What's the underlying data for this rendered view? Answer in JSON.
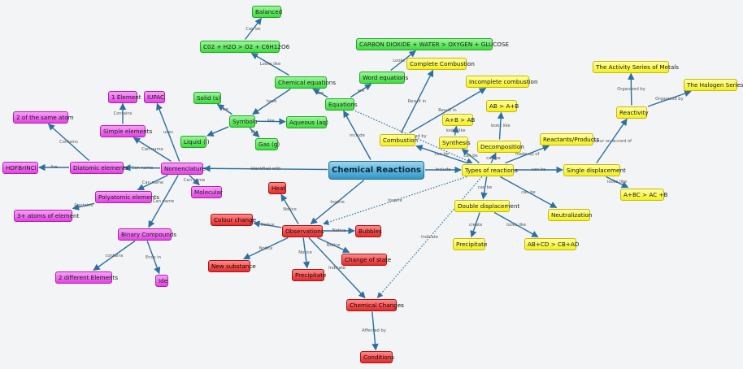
{
  "nodes": [
    {
      "id": "cr",
      "text": "Chemical Reactions",
      "color": "blue"
    },
    {
      "id": "balanced",
      "text": "Balanced",
      "color": "green"
    },
    {
      "id": "co2eq",
      "text": "C02 + H2O > O2 + C6H12O6",
      "color": "green"
    },
    {
      "id": "cheq",
      "text": "Chemical equations",
      "color": "green"
    },
    {
      "id": "carbon",
      "text": "CARBON DIOXIDE + WATER > OXYGEN + GLUCOSE",
      "color": "green"
    },
    {
      "id": "wordeq",
      "text": "Word equations",
      "color": "green"
    },
    {
      "id": "equations",
      "text": "Equations",
      "color": "green"
    },
    {
      "id": "solid",
      "text": "Solid (s)",
      "color": "green"
    },
    {
      "id": "symbols",
      "text": "Symbols",
      "color": "green"
    },
    {
      "id": "aqueous",
      "text": "Aqueous (aq)",
      "color": "green"
    },
    {
      "id": "liquid",
      "text": "Liquid (l)",
      "color": "green"
    },
    {
      "id": "gas",
      "text": "Gas (g)",
      "color": "green"
    },
    {
      "id": "complete",
      "text": "Complete Combustion",
      "color": "yellow"
    },
    {
      "id": "incomplete",
      "text": "Incomplete combustion",
      "color": "yellow"
    },
    {
      "id": "activity",
      "text": "The Activity Series of Metals",
      "color": "yellow"
    },
    {
      "id": "halogen",
      "text": "The Halogen Series",
      "color": "yellow"
    },
    {
      "id": "reactivity",
      "text": "Reactivity",
      "color": "yellow"
    },
    {
      "id": "abab",
      "text": "AB > A+B",
      "color": "yellow"
    },
    {
      "id": "apbab",
      "text": "A+B > AB",
      "color": "yellow"
    },
    {
      "id": "combustion",
      "text": "Combustion",
      "color": "yellow"
    },
    {
      "id": "synthesis",
      "text": "Synthesis",
      "color": "yellow"
    },
    {
      "id": "decomp",
      "text": "Decomposition",
      "color": "yellow"
    },
    {
      "id": "reactprod",
      "text": "Reactants/Products",
      "color": "yellow"
    },
    {
      "id": "types",
      "text": "Types of reactions",
      "color": "yellow"
    },
    {
      "id": "single",
      "text": "Single displacement",
      "color": "yellow"
    },
    {
      "id": "abcac",
      "text": "A+BC > AC +B",
      "color": "yellow"
    },
    {
      "id": "double",
      "text": "Double displacement",
      "color": "yellow"
    },
    {
      "id": "neutral",
      "text": "Neutralization",
      "color": "yellow"
    },
    {
      "id": "precip_y",
      "text": "Precipitate",
      "color": "yellow"
    },
    {
      "id": "abcd",
      "text": "AB+CD > CB+AD",
      "color": "yellow"
    },
    {
      "id": "oneel",
      "text": "1 Element",
      "color": "pink"
    },
    {
      "id": "iupac",
      "text": "IUPAC",
      "color": "pink"
    },
    {
      "id": "twosame",
      "text": "2 of the same atom",
      "color": "pink"
    },
    {
      "id": "simple",
      "text": "Simple elements",
      "color": "pink"
    },
    {
      "id": "hofbr",
      "text": "HOFBrINCl",
      "color": "pink"
    },
    {
      "id": "diatomic",
      "text": "Diatomic elements",
      "color": "pink"
    },
    {
      "id": "nomen",
      "text": "Nomenclature",
      "color": "pink"
    },
    {
      "id": "molecular",
      "text": "Molecular",
      "color": "pink"
    },
    {
      "id": "poly",
      "text": "Polyatomic elements",
      "color": "pink"
    },
    {
      "id": "threeplus",
      "text": "3+ atoms of element",
      "color": "pink"
    },
    {
      "id": "binary",
      "text": "Binary Compounds",
      "color": "pink"
    },
    {
      "id": "twodiff",
      "text": "2 different Elements",
      "color": "pink"
    },
    {
      "id": "ide",
      "text": "Ide",
      "color": "pink"
    },
    {
      "id": "heat",
      "text": "Heat",
      "color": "red"
    },
    {
      "id": "colour",
      "text": "Colour change",
      "color": "red"
    },
    {
      "id": "observ",
      "text": "Observations",
      "color": "red"
    },
    {
      "id": "bubbles",
      "text": "Bubbles",
      "color": "red"
    },
    {
      "id": "newsub",
      "text": "New substance",
      "color": "red"
    },
    {
      "id": "precip_r",
      "text": "Precipitate",
      "color": "red"
    },
    {
      "id": "state",
      "text": "Change of state",
      "color": "red"
    },
    {
      "id": "chchanges",
      "text": "Chemical Changes",
      "color": "red"
    },
    {
      "id": "conditions",
      "text": "Conditions",
      "color": "red"
    }
  ],
  "edges": [
    {
      "from": "co2eq",
      "to": "balanced",
      "label": "Can be"
    },
    {
      "from": "cheq",
      "to": "co2eq",
      "label": "Looks like"
    },
    {
      "from": "equations",
      "to": "cheq",
      "label": "are"
    },
    {
      "from": "wordeq",
      "to": "carbon",
      "label": "Looks like"
    },
    {
      "from": "equations",
      "to": "wordeq",
      "label": "are"
    },
    {
      "from": "cr",
      "to": "equations",
      "label": "include"
    },
    {
      "from": "cheq",
      "to": "symbols",
      "label": "have"
    },
    {
      "from": "symbols",
      "to": "solid",
      "label": "like"
    },
    {
      "from": "symbols",
      "to": "aqueous",
      "label": "like"
    },
    {
      "from": "symbols",
      "to": "liquid",
      "label": ""
    },
    {
      "from": "symbols",
      "to": "gas",
      "label": "like"
    },
    {
      "from": "cr",
      "to": "types",
      "label": "Include"
    },
    {
      "from": "types",
      "to": "combustion",
      "label": "can be"
    },
    {
      "from": "combustion",
      "to": "complete",
      "label": "Result in"
    },
    {
      "from": "synthesis",
      "to": "apbab",
      "label": "looks like"
    },
    {
      "from": "types",
      "to": "synthesis",
      "label": "can be"
    },
    {
      "from": "combustion",
      "to": "incomplete",
      "label": "Result in"
    },
    {
      "from": "decomp",
      "to": "abab",
      "label": "looks like"
    },
    {
      "from": "types",
      "to": "decomp",
      "label": "can be"
    },
    {
      "from": "types",
      "to": "reactprod",
      "label": "made up of"
    },
    {
      "from": "types",
      "to": "single",
      "label": "can be"
    },
    {
      "from": "single",
      "to": "reactivity",
      "label": "Occur on accord of"
    },
    {
      "from": "reactivity",
      "to": "activity",
      "label": "Organized by"
    },
    {
      "from": "reactivity",
      "to": "halogen",
      "label": "Organized by"
    },
    {
      "from": "single",
      "to": "abcac",
      "label": "looks like"
    },
    {
      "from": "types",
      "to": "double",
      "label": "can be"
    },
    {
      "from": "types",
      "to": "neutral",
      "label": "can be"
    },
    {
      "from": "double",
      "to": "precip_y",
      "label": "create"
    },
    {
      "from": "double",
      "to": "abcd",
      "label": "looks like"
    },
    {
      "from": "cr",
      "to": "nomen",
      "label": "Identified with"
    },
    {
      "from": "nomen",
      "to": "iupac",
      "label": "uses"
    },
    {
      "from": "nomen",
      "to": "simple",
      "label": "Can name"
    },
    {
      "from": "simple",
      "to": "oneel",
      "label": "Contains"
    },
    {
      "from": "nomen",
      "to": "diatomic",
      "label": "Can name"
    },
    {
      "from": "diatomic",
      "to": "twosame",
      "label": "Contains"
    },
    {
      "from": "diatomic",
      "to": "hofbr",
      "label": "Are"
    },
    {
      "from": "nomen",
      "to": "molecular",
      "label": "Can name"
    },
    {
      "from": "nomen",
      "to": "poly",
      "label": "Can name"
    },
    {
      "from": "poly",
      "to": "threeplus",
      "label": "Contains"
    },
    {
      "from": "nomen",
      "to": "binary",
      "label": "Can name"
    },
    {
      "from": "binary",
      "to": "twodiff",
      "label": "contains"
    },
    {
      "from": "binary",
      "to": "ide",
      "label": "Ends in"
    },
    {
      "from": "cr",
      "to": "observ",
      "label": "Inspire"
    },
    {
      "from": "observ",
      "to": "heat",
      "label": "Notice"
    },
    {
      "from": "observ",
      "to": "colour",
      "label": "Notice"
    },
    {
      "from": "observ",
      "to": "bubbles",
      "label": "Notice"
    },
    {
      "from": "observ",
      "to": "newsub",
      "label": "Notice"
    },
    {
      "from": "observ",
      "to": "precip_r",
      "label": "Notice"
    },
    {
      "from": "observ",
      "to": "state",
      "label": "Notice"
    },
    {
      "from": "observ",
      "to": "chchanges",
      "label": "Indicate"
    },
    {
      "from": "chchanges",
      "to": "conditions",
      "label": "Affected by"
    }
  ],
  "dotted_edges": [
    {
      "from": "equations",
      "to": "types",
      "label": "Modelled by"
    },
    {
      "from": "types",
      "to": "observ",
      "label": "Inspire"
    },
    {
      "from": "types",
      "to": "chchanges",
      "label": "Indicate"
    }
  ]
}
